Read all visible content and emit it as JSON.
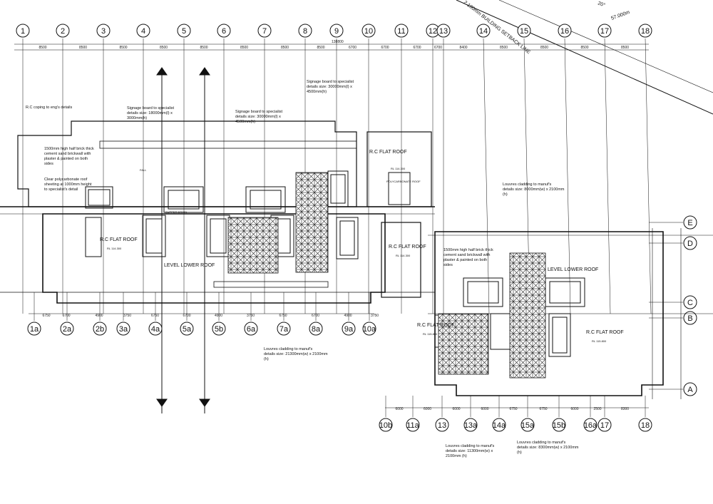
{
  "setback": {
    "line_label": "2.190mm BUILDING SETBACK LINE",
    "angle_label": "20°",
    "dim_label": "57.000m"
  },
  "grid_top": [
    "1",
    "2",
    "3",
    "4",
    "5",
    "6",
    "7",
    "8",
    "9",
    "10",
    "11",
    "12",
    "13",
    "14",
    "15",
    "16",
    "17",
    "18"
  ],
  "dims_top": [
    "8500",
    "8500",
    "8500",
    "8500",
    "8500",
    "8500",
    "8500",
    "8500",
    "6700",
    "6700",
    "6700",
    "6700",
    "8400",
    "8500",
    "8500",
    "8500",
    "8500"
  ],
  "overall_top_dim": "138800",
  "grid_bottom_left": [
    "1a",
    "2a",
    "2b",
    "3a",
    "4a",
    "5a",
    "5b",
    "6a",
    "7a",
    "8a",
    "9a",
    "10a"
  ],
  "dims_bottom_left": [
    "6750",
    "6700",
    "4900",
    "3750",
    "6750",
    "6700",
    "4900",
    "3750",
    "6750",
    "6700",
    "4900",
    "3750"
  ],
  "grid_bottom_right": [
    "10b",
    "11a",
    "13",
    "13a",
    "14a",
    "15a",
    "15b",
    "16a",
    "17",
    "18"
  ],
  "dims_bottom_right": [
    "6000",
    "6000",
    "6000",
    "6000",
    "6750",
    "6750",
    "6000",
    "2500",
    "8300"
  ],
  "grid_right": [
    "E",
    "D",
    "C",
    "B",
    "A"
  ],
  "rooms": {
    "rc_flat_roof_1": "R.C FLAT ROOF",
    "rc_flat_roof_2": "R.C FLAT ROOF",
    "rc_flat_roof_3": "R.C FLAT ROOF",
    "rc_flat_roof_4": "R.C FLAT ROOF",
    "rc_flat_roof_5": "R.C FLAT ROOF",
    "level_lower_roof_1": "LEVEL LOWER ROOF",
    "level_lower_roof_2": "LEVEL LOWER ROOF",
    "fall": "FALL",
    "supper_drain": "SUPPER DRAIN",
    "rl_1": "RL 114.300",
    "rl_2": "RL 114.300",
    "rl_3": "RL 114.300",
    "rl_4": "RL 115.800",
    "rl_5": "RL 115.800",
    "polycarbonate": "POLYCARBONATE ROOF"
  },
  "notes": {
    "rc_coping": "R.C coping to eng's details",
    "signage_1": "Signage board to specialist details size: 18000mm(l) x 3000mm(h)",
    "signage_2": "Signage board to specialist details size: 30000mm(l) x 4500mm(h)",
    "signage_3": "Signage board to specialist details size: 30000mm(l) x 4500mm(h)",
    "brick_wall_left": "1500mm high half brick thick cement sand brickwall with plaster & painted on both sides",
    "polycarbonate_sheeting": "Clear polycarbonate roof sheeting at 1000mm height to specialist's detail",
    "louvres_top_right": "Louvres cladding to manuf's details size: 8000mm(w) x 2100mm (h)",
    "brick_wall_right": "1500mm high half brick thick cement sand brickwall with plaster & painted on both sides",
    "louvres_mid": "Louvres cladding to manuf's details size: 21300mm(w) x 2100mm (h)",
    "louvres_bottom_1": "Louvres cladding to manuf's details size: 11300mm(w) x 2100mm (h)",
    "louvres_bottom_2": "Louvres cladding to manuf's details size: 8300mm(w) x 2100mm (h)"
  },
  "colors": {
    "ink": "#111111",
    "paper": "#ffffff",
    "hatch": "#333333"
  }
}
